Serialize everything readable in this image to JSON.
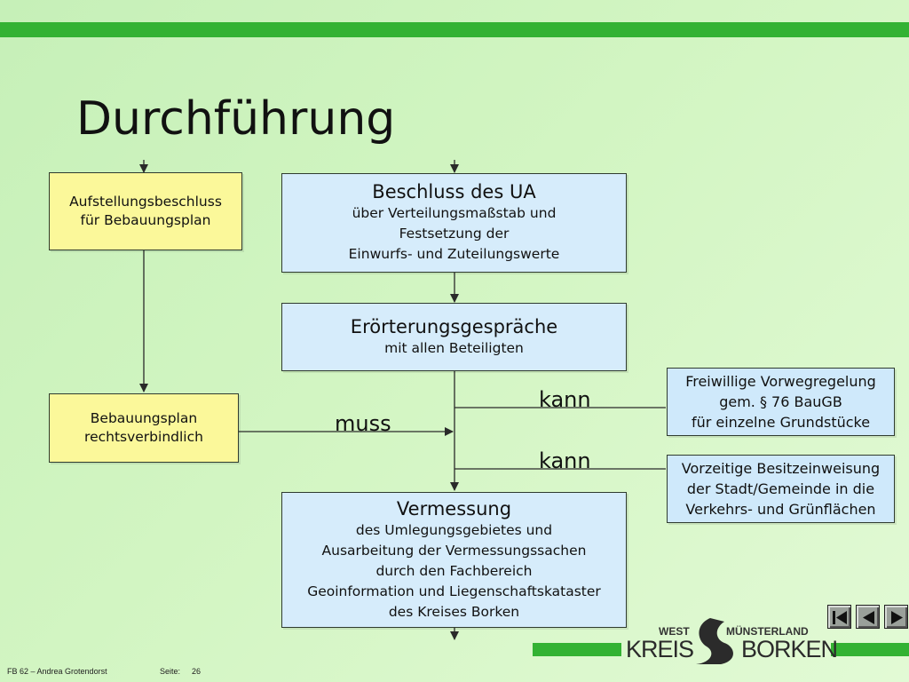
{
  "title": "Durchführung",
  "boxes": {
    "aufstellung": "Aufstellungsbeschluss\nfür Bebauungsplan",
    "bebauungsplan": "Bebauungsplan\nrechtsverbindlich",
    "beschluss_head": "Beschluss des UA",
    "beschluss_text": "über Verteilungsmaßstab und\nFestsetzung der\nEinwurfs- und Zuteilungswerte",
    "eroert_head": "Erörterungsgespräche",
    "eroert_text": "mit allen Beteiligten",
    "verm_head": "Vermessung",
    "verm_text": "des Umlegungsgebietes und\nAusarbeitung der Vermessungssachen\ndurch den Fachbereich\n Geoinformation und Liegenschaftskataster\ndes Kreises Borken",
    "freiwillig": "Freiwillige Vorwegregelung\ngem. § 76 BauGB\nfür einzelne Grundstücke",
    "vorzeitig": "Vorzeitige Besitzeinweisung\nder Stadt/Gemeinde in die\n Verkehrs- und Grünflächen"
  },
  "labels": {
    "kann1": "kann",
    "kann2": "kann",
    "muss": "muss"
  },
  "logo": {
    "west": "WEST",
    "muensterland": "MÜNSTERLAND",
    "kreis": "KREIS",
    "borken": "BORKEN"
  },
  "footer": {
    "author": "FB 62 – Andrea Grotendorst",
    "seite_label": "Seite:",
    "page": "26"
  },
  "colors": {
    "green_bar": "#33b233",
    "yellow_box": "#fbf89a",
    "blue_box": "#d6ecfb",
    "line": "#2a2a2a"
  }
}
